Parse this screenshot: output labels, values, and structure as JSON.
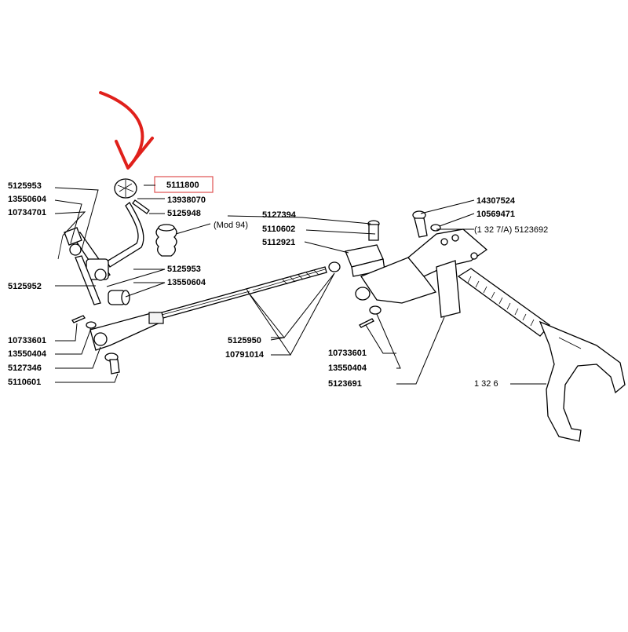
{
  "labels": {
    "p5125953_a": "5125953",
    "p13550604_a": "13550604",
    "p10734701": "10734701",
    "p5125952": "5125952",
    "p5111800": "5111800",
    "p13938070": "13938070",
    "p5125948": "5125948",
    "mod94": "(Mod 94)",
    "p5125953_b": "5125953",
    "p13550604_b": "13550604",
    "p10733601_a": "10733601",
    "p13550404_a": "13550404",
    "p5127346": "5127346",
    "p5110601": "5110601",
    "p5127394": "5127394",
    "p5110602": "5110602",
    "p5112921": "5112921",
    "p5125950": "5125950",
    "p10791014": "10791014",
    "p14307524": "14307524",
    "p10569471": "10569471",
    "p5123692": "(1 32 7/A) 5123692",
    "p10733601_b": "10733601",
    "p13550404_b": "13550404",
    "p5123691": "5123691",
    "p1326": "1 32 6"
  },
  "colors": {
    "highlight_arrow": "#e0201b",
    "highlight_box": "#e05050",
    "line": "#000000"
  },
  "highlighted_part": "5111800"
}
